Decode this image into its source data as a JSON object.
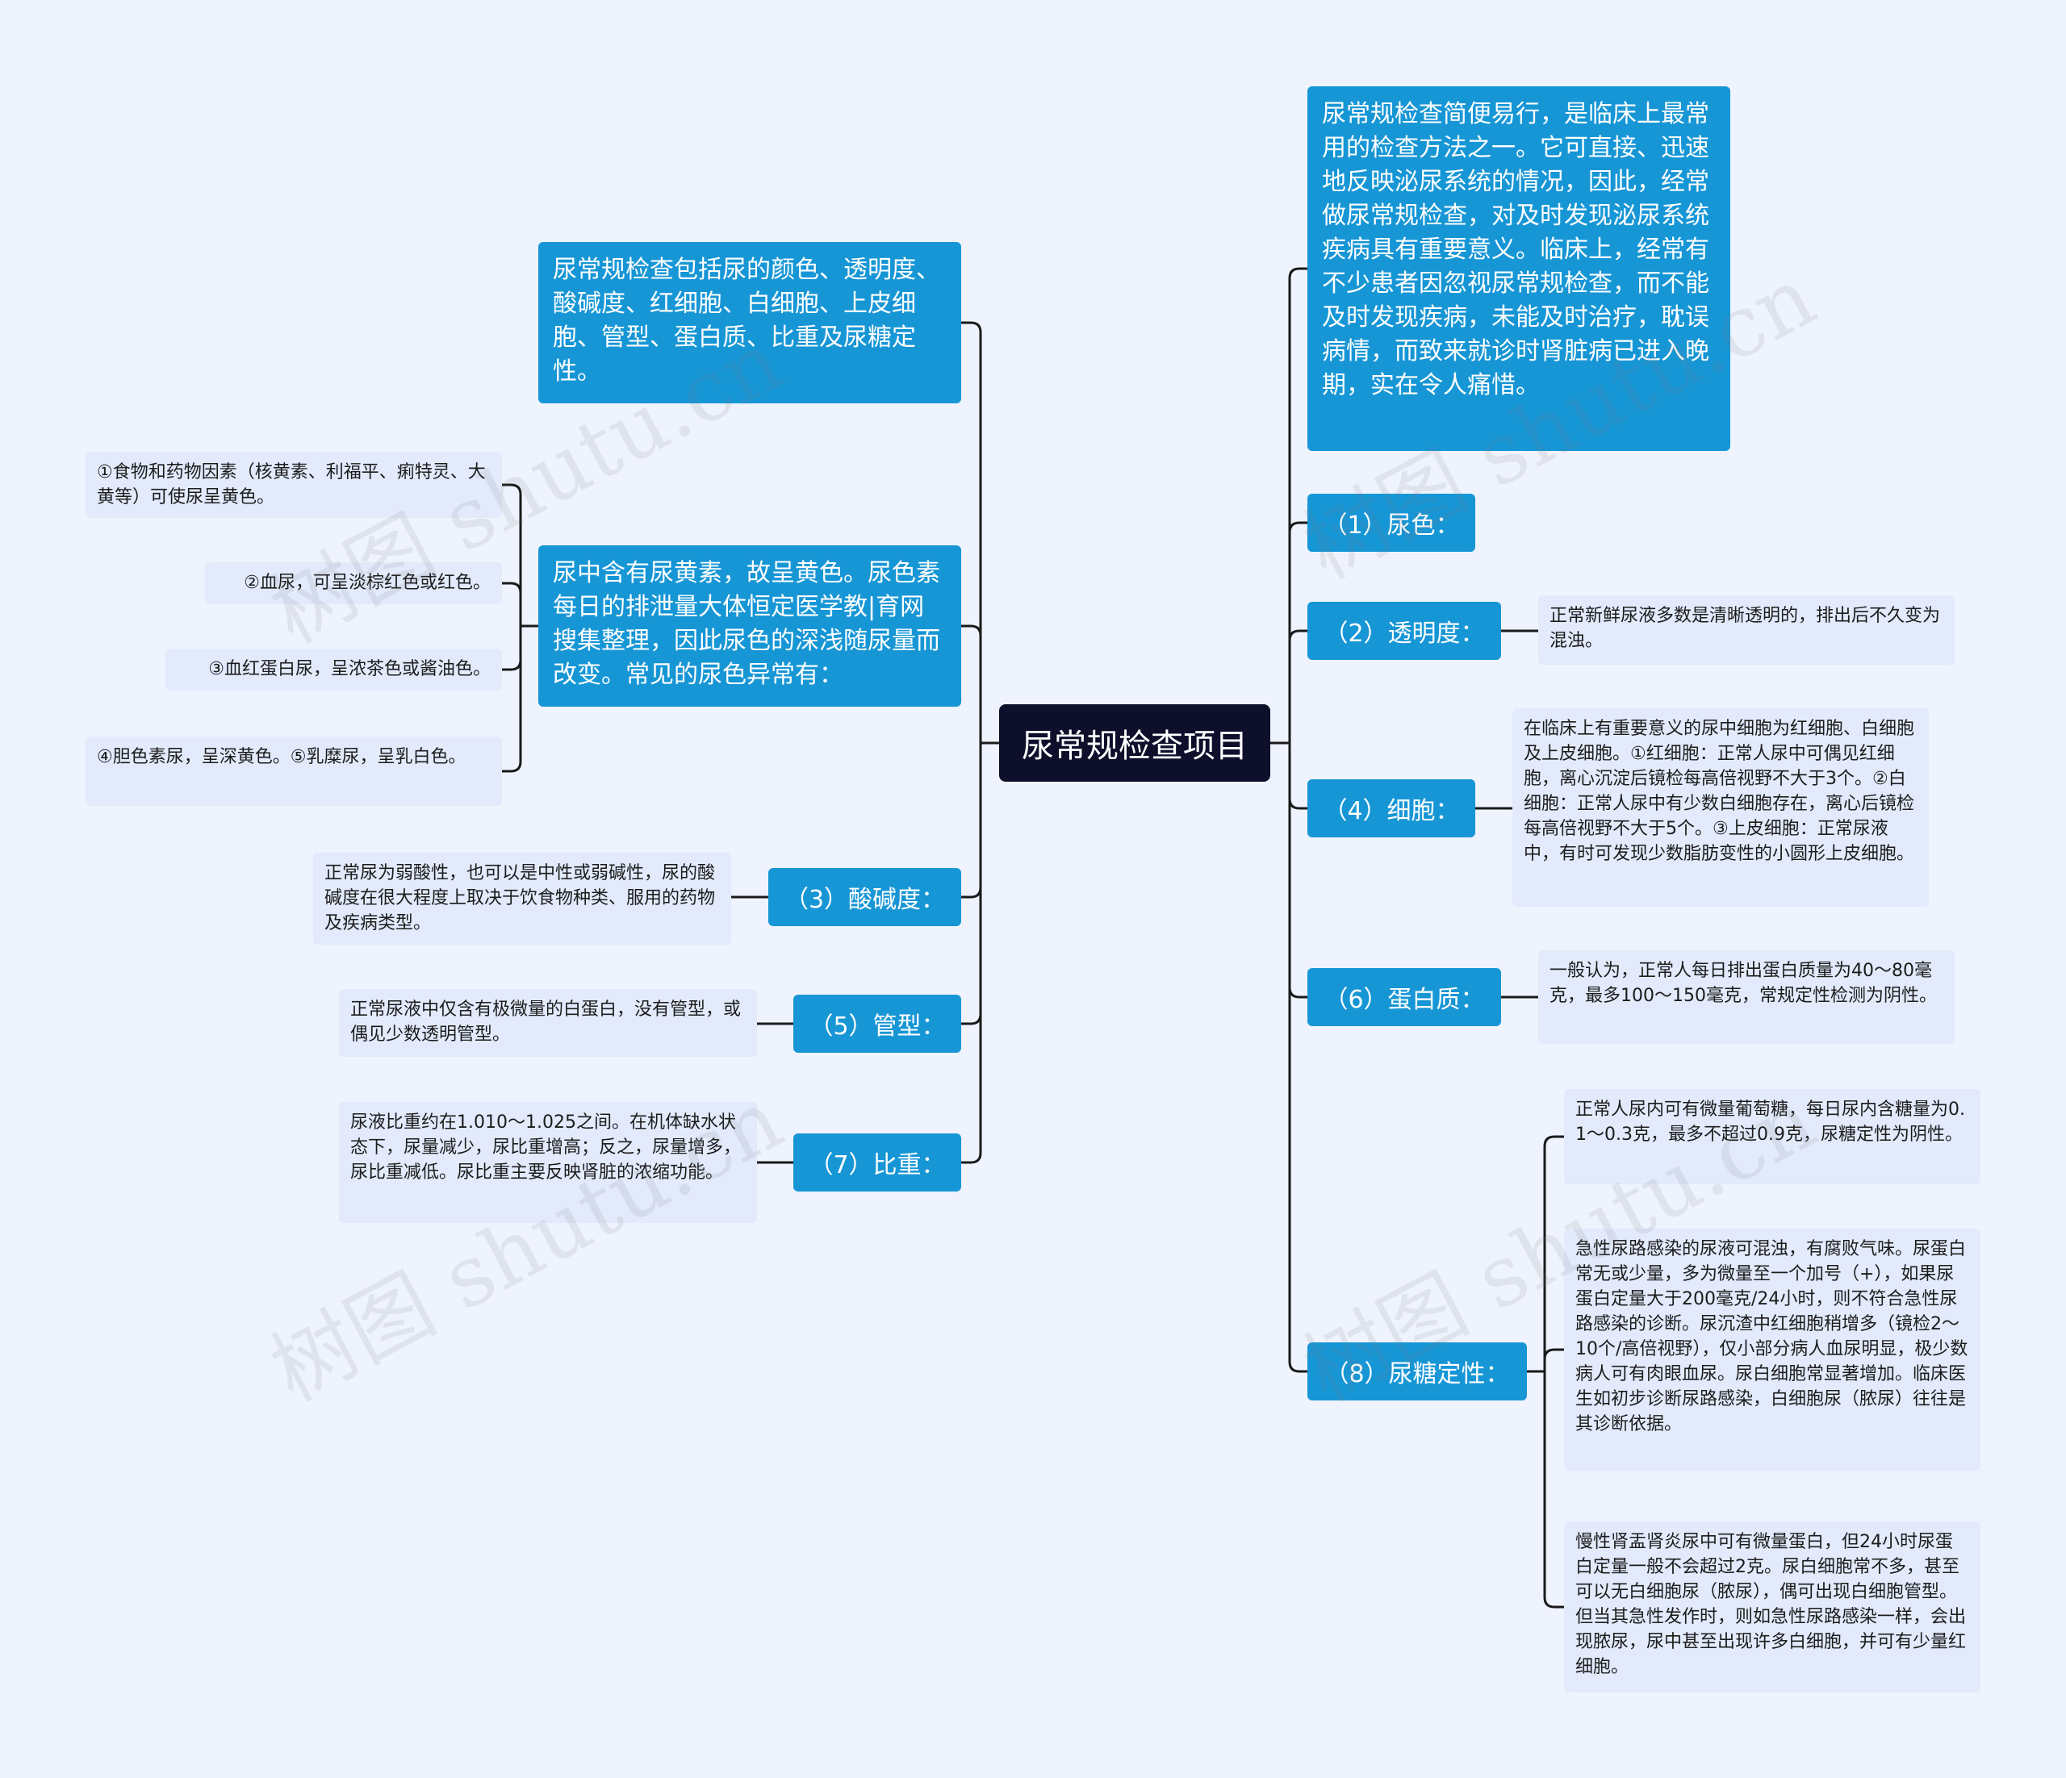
{
  "root": {
    "label": "尿常规检查项目"
  },
  "left_branches": [
    {
      "text": "尿常规检查包括尿的颜色、透明度、酸碱度、红细胞、白细胞、上皮细胞、管型、蛋白质、比重及尿糖定性。"
    },
    {
      "text": "尿中含有尿黄素，故呈黄色。尿色素每日的排泄量大体恒定医学教|育网搜集整理，因此尿色的深浅随尿量而改变。常见的尿色异常有：",
      "children": [
        "①食物和药物因素（核黄素、利福平、痢特灵、大黄等）可使尿呈黄色。",
        "②血尿，可呈淡棕红色或红色。",
        "③血红蛋白尿，呈浓茶色或酱油色。",
        "④胆色素尿，呈深黄色。⑤乳糜尿，呈乳白色。"
      ]
    },
    {
      "label": "（3）酸碱度：",
      "detail": "正常尿为弱酸性，也可以是中性或弱碱性，尿的酸碱度在很大程度上取决于饮食物种类、服用的药物及疾病类型。"
    },
    {
      "label": "（5）管型：",
      "detail": "正常尿液中仅含有极微量的白蛋白，没有管型，或偶见少数透明管型。"
    },
    {
      "label": "（7）比重：",
      "detail": "尿液比重约在1.010～1.025之间。在机体缺水状态下，尿量减少，尿比重增高；反之，尿量增多，尿比重减低。尿比重主要反映肾脏的浓缩功能。"
    }
  ],
  "right_branches": [
    {
      "text": "尿常规检查简便易行，是临床上最常用的检查方法之一。它可直接、迅速地反映泌尿系统的情况，因此，经常做尿常规检查，对及时发现泌尿系统疾病具有重要意义。临床上，经常有不少患者因忽视尿常规检查，而不能及时发现疾病，未能及时治疗，耽误病情，而致来就诊时肾脏病已进入晚期，实在令人痛惜。"
    },
    {
      "label": "（1）尿色："
    },
    {
      "label": "（2）透明度：",
      "detail": "正常新鲜尿液多数是清晰透明的，排出后不久变为混浊。"
    },
    {
      "label": "（4）细胞：",
      "detail": "在临床上有重要意义的尿中细胞为红细胞、白细胞及上皮细胞。①红细胞：正常人尿中可偶见红细胞，离心沉淀后镜检每高倍视野不大于3个。②白细胞：正常人尿中有少数白细胞存在，离心后镜检每高倍视野不大于5个。③上皮细胞：正常尿液中，有时可发现少数脂肪变性的小圆形上皮细胞。"
    },
    {
      "label": "（6）蛋白质：",
      "detail": "一般认为，正常人每日排出蛋白质量为40～80毫克，最多100～150毫克，常规定性检测为阴性。"
    },
    {
      "label": "（8）尿糖定性：",
      "children": [
        "正常人尿内可有微量葡萄糖，每日尿内含糖量为0.1～0.3克，最多不超过0.9克，尿糖定性为阴性。",
        "急性尿路感染的尿液可混浊，有腐败气味。尿蛋白常无或少量，多为微量至一个加号（+），如果尿蛋白定量大于200毫克/24小时，则不符合急性尿路感染的诊断。尿沉渣中红细胞稍增多（镜检2～10个/高倍视野），仅小部分病人血尿明显，极少数病人可有肉眼血尿。尿白细胞常显著增加。临床医生如初步诊断尿路感染，白细胞尿（脓尿）往往是其诊断依据。",
        "慢性肾盂肾炎尿中可有微量蛋白，但24小时尿蛋白定量一般不会超过2克。尿白细胞常不多，甚至可以无白细胞尿（脓尿），偶可出现白细胞管型。但当其急性发作时，则如急性尿路感染一样，会出现脓尿，尿中甚至出现许多白细胞，并可有少量红细胞。"
      ]
    }
  ],
  "watermark": "树图 shutu.cn",
  "colors": {
    "background": "#eef3fd",
    "root": "#0d0f2b",
    "branch": "#1796d6",
    "leaf": "#e2eafb",
    "line": "#1a1a1a"
  }
}
